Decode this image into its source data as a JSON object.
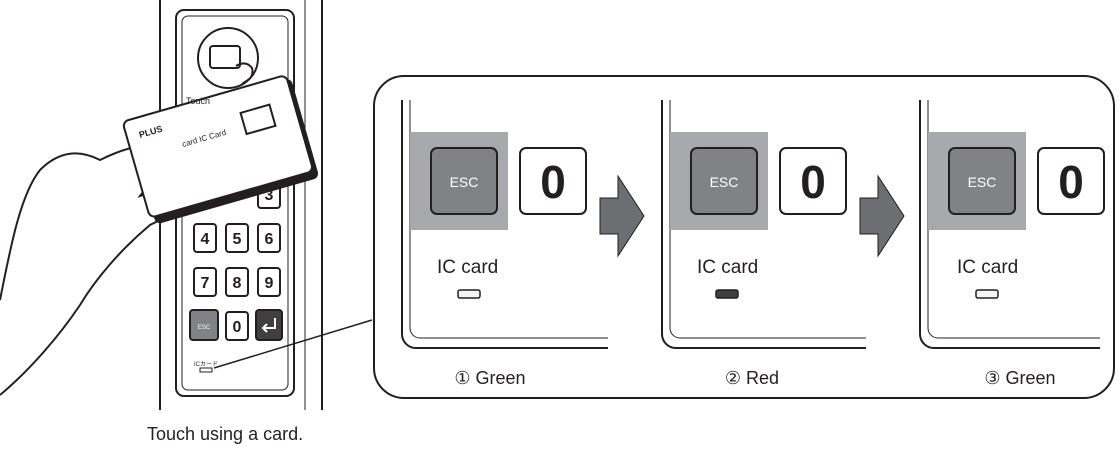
{
  "device": {
    "touch_label": "Touch",
    "keys": [
      "3",
      "4",
      "5",
      "6",
      "7",
      "8",
      "9",
      "0"
    ],
    "esc_label": "ESC",
    "ic_label": "ICカード"
  },
  "card": {
    "brand": "PLUS",
    "text": "card IC Card"
  },
  "caption": "Touch using a card.",
  "panels": [
    {
      "esc_label": "ESC",
      "zero_label": "0",
      "led_label": "IC card",
      "led_state": "green",
      "step": "① Green"
    },
    {
      "esc_label": "ESC",
      "zero_label": "0",
      "led_label": "IC card",
      "led_state": "red",
      "step": "② Red"
    },
    {
      "esc_label": "ESC",
      "zero_label": "0",
      "led_label": "IC card",
      "led_state": "green",
      "step": "③ Green"
    }
  ],
  "colors": {
    "key_border": "#231f20",
    "highlight_bg": "#a7a9ac",
    "esc_fill": "#808285",
    "led_on": "#f4f4f4",
    "led_red": "#404041",
    "arrow_fill": "#6d6e71"
  }
}
